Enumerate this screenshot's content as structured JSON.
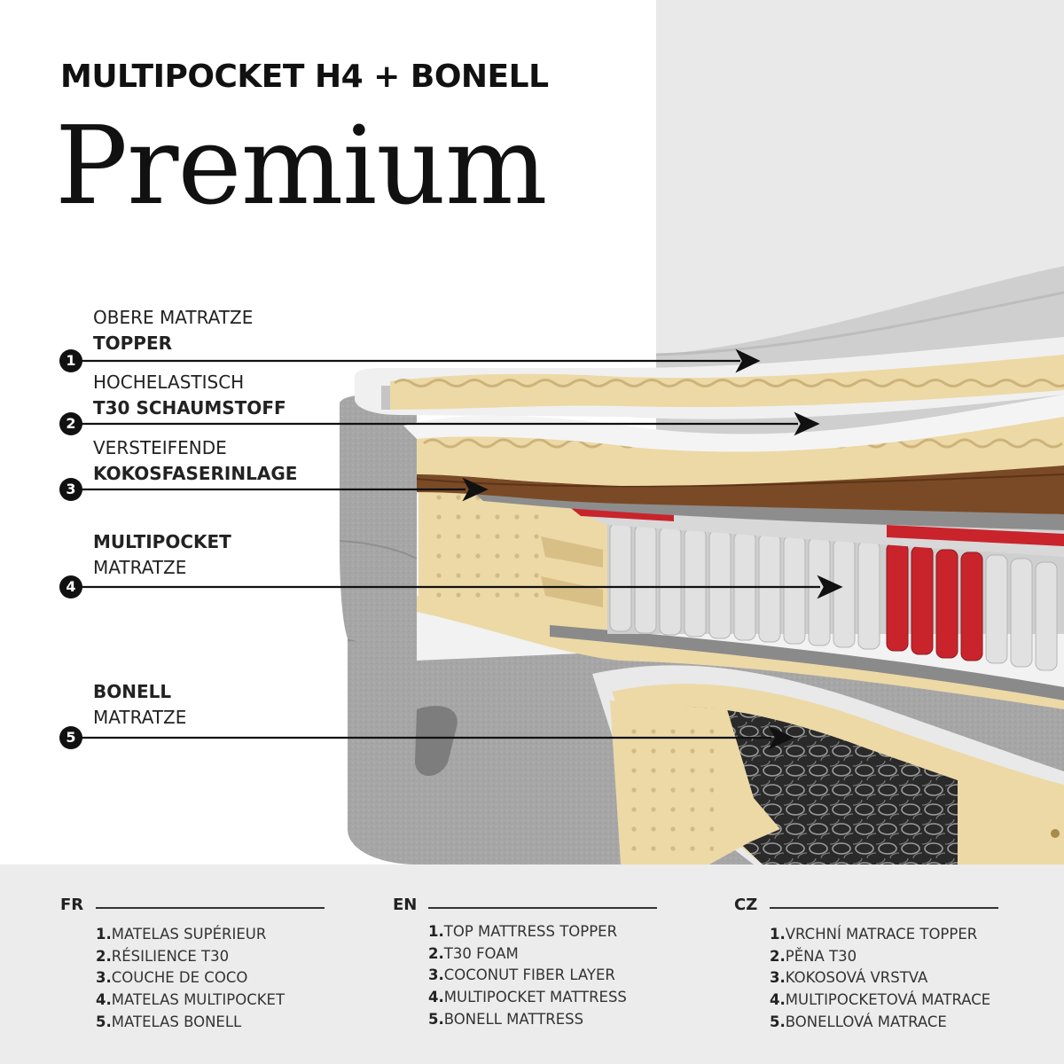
{
  "header": {
    "subtitle": "MULTIPOCKET H4 + BONELL",
    "title": "Premium"
  },
  "layers": [
    {
      "number": "1",
      "line1": "OBERE MATRATZE",
      "line2": "TOPPER",
      "bold": "line2"
    },
    {
      "number": "2",
      "line1": "HOCHELASTISCH",
      "line2": "T30 SCHAUMSTOFF",
      "bold": "line2"
    },
    {
      "number": "3",
      "line1": "VERSTEIFENDE",
      "line2": "KOKOSFASERINLAGE",
      "bold": "line2"
    },
    {
      "number": "4",
      "line1": "MULTIPOCKET",
      "line2": "MATRATZE",
      "bold": "line1"
    },
    {
      "number": "5",
      "line1": "BONELL",
      "line2": "MATRATZE",
      "bold": "line1"
    }
  ],
  "legend": [
    {
      "code": "FR",
      "items": [
        {
          "num": "1.",
          "text": "MATELAS SUPÉRIEUR"
        },
        {
          "num": "2.",
          "text": "RÉSILIENCE T30"
        },
        {
          "num": "3.",
          "text": "COUCHE DE COCO"
        },
        {
          "num": "4.",
          "text": "MATELAS MULTIPOCKET"
        },
        {
          "num": "5.",
          "text": "MATELAS BONELL"
        }
      ]
    },
    {
      "code": "EN",
      "items": [
        {
          "num": "1.",
          "text": "TOP MATTRESS TOPPER"
        },
        {
          "num": "2.",
          "text": "T30 FOAM"
        },
        {
          "num": "3.",
          "text": "COCONUT FIBER LAYER"
        },
        {
          "num": "4.",
          "text": "MULTIPOCKET MATTRESS"
        },
        {
          "num": "5.",
          "text": "BONELL MATTRESS"
        }
      ]
    },
    {
      "code": "CZ",
      "items": [
        {
          "num": "1.",
          "text": "VRCHNÍ MATRACE TOPPER"
        },
        {
          "num": "2.",
          "text": "PĚNA T30"
        },
        {
          "num": "3.",
          "text": "KOKOSOVÁ VRSTVA"
        },
        {
          "num": "4.",
          "text": "MULTIPOCKETOVÁ MATRACE"
        },
        {
          "num": "5.",
          "text": "BONELLOVÁ MATRACE"
        }
      ]
    }
  ],
  "colors": {
    "foam": "#ecd9a6",
    "coconut": "#7a4a26",
    "fabric": "#a9a9a9",
    "pocket_spring": "#d9d9d9",
    "pocket_spring_red": "#c9242c",
    "legend_bg": "#ececec"
  }
}
